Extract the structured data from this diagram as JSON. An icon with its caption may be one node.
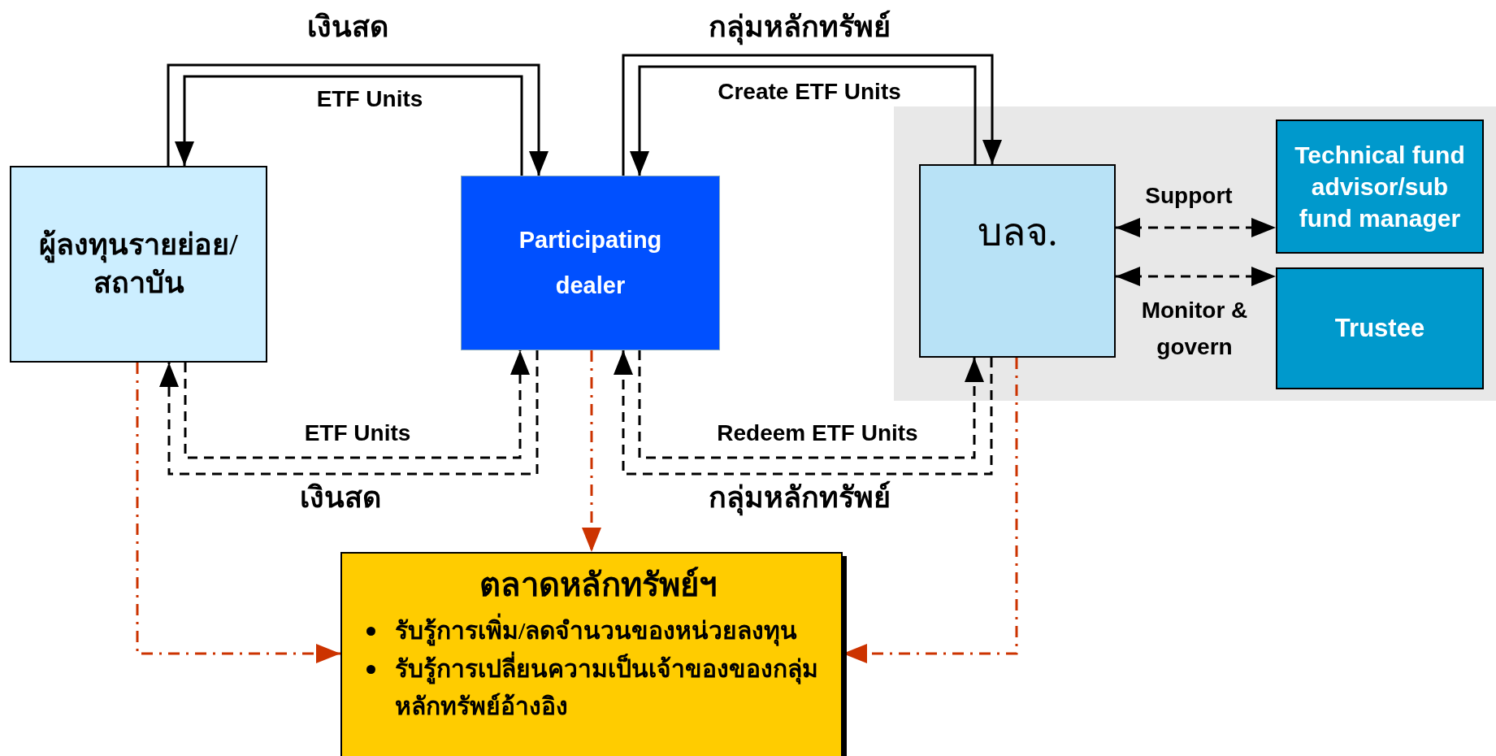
{
  "diagram": {
    "nodes": [
      {
        "text": [
          "ผู้ลงทุนรายย่อย/สถาบัน"
        ]
      },
      {
        "text": [
          "Participating dealer"
        ]
      },
      {
        "text": [],
        "shape": "box"
      },
      {
        "text": [
          "บลจ."
        ],
        "in": 2
      },
      {
        "text": [
          "Technical fund advisor/sub fund manager"
        ],
        "in": 2
      },
      {
        "text": [
          "Trustee"
        ],
        "in": 2
      },
      {
        "text": [
          "ตลาดหลักทรัพย์ฯ",
          "รับรู้การเพิ่ม/ลดจำนวนของหน่วยลงทุน",
          "รับรู้การเปลี่ยนความเป็นเจ้าของของกลุ่มหลักทรัพย์อ้างอิง"
        ]
      }
    ],
    "edges": [
      {
        "from": 0,
        "to": 1,
        "arrow": "to",
        "label": "เงินสด"
      },
      {
        "from": 1,
        "to": 0,
        "arrow": "to",
        "label": "ETF Units"
      },
      {
        "from": 1,
        "to": 3,
        "arrow": "to",
        "label": "กลุ่มหลักทรัพย์"
      },
      {
        "from": 3,
        "to": 1,
        "arrow": "to",
        "label": "Create ETF Units"
      },
      {
        "from": 0,
        "to": 1,
        "arrow": "to",
        "label": "ETF Units",
        "style": "dashed"
      },
      {
        "from": 1,
        "to": 0,
        "arrow": "to",
        "label": "เงินสด",
        "style": "dashed"
      },
      {
        "from": 3,
        "to": 1,
        "arrow": "to",
        "label": "กลุ่มหลักทรัพย์",
        "style": "dashed"
      },
      {
        "from": 1,
        "to": 3,
        "arrow": "to",
        "label": "Redeem ETF Units",
        "style": "dashed"
      },
      {
        "from": 3,
        "to": 4,
        "arrow": "both",
        "label": "Support",
        "style": "dashed"
      },
      {
        "from": 3,
        "to": 5,
        "arrow": "both",
        "label": "Monitor & govern",
        "style": "dashed"
      },
      {
        "from": 0,
        "to": 6,
        "arrow": "to",
        "style": "dashed",
        "color": "#cc3300"
      },
      {
        "from": 1,
        "to": 6,
        "arrow": "to",
        "style": "dashed",
        "color": "#cc3300"
      },
      {
        "from": 3,
        "to": 6,
        "arrow": "to",
        "style": "dashed",
        "color": "#cc3300"
      }
    ]
  }
}
